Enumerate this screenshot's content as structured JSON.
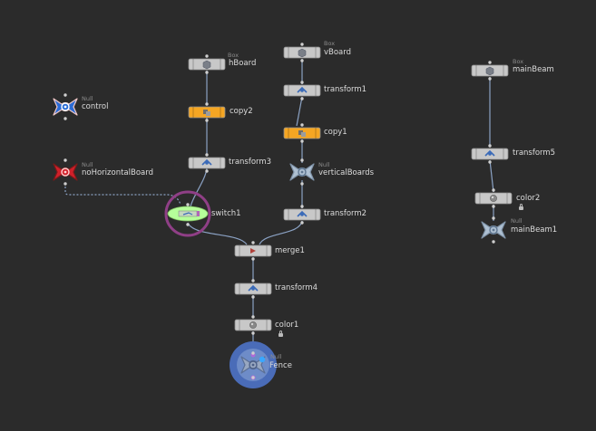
{
  "network": {
    "nodes": [
      {
        "id": "hBoard",
        "label": "hBoard",
        "type_label": "Box"
      },
      {
        "id": "vBoard",
        "label": "vBoard",
        "type_label": "Box"
      },
      {
        "id": "mainBeam",
        "label": "mainBeam",
        "type_label": "Box"
      },
      {
        "id": "transform1",
        "label": "transform1"
      },
      {
        "id": "control",
        "label": "control",
        "type_label": "Null"
      },
      {
        "id": "copy2",
        "label": "copy2"
      },
      {
        "id": "copy1",
        "label": "copy1"
      },
      {
        "id": "transform5",
        "label": "transform5"
      },
      {
        "id": "noHorizontalBoard",
        "label": "noHorizontalBoard",
        "type_label": "Null"
      },
      {
        "id": "transform3",
        "label": "transform3"
      },
      {
        "id": "verticalBoards",
        "label": "verticalBoards",
        "type_label": "Null"
      },
      {
        "id": "color2",
        "label": "color2"
      },
      {
        "id": "switch1",
        "label": "switch1"
      },
      {
        "id": "transform2",
        "label": "transform2"
      },
      {
        "id": "mainBeam1",
        "label": "mainBeam1",
        "type_label": "Null"
      },
      {
        "id": "merge1",
        "label": "merge1"
      },
      {
        "id": "transform4",
        "label": "transform4"
      },
      {
        "id": "color1",
        "label": "color1"
      },
      {
        "id": "Fence",
        "label": "Fence",
        "type_label": "Null"
      }
    ]
  },
  "colors": {
    "background": "#2b2b2b",
    "wire": "#8ba2c4",
    "node_body": "#c8c8c8",
    "copy_node": "#f5a623",
    "control_null": "#2a6bd6",
    "no_horizontal_null": "#d0202a",
    "output_null": "#aec0d2",
    "switch_highlight": "#b6ff9a",
    "switch_ring": "#8f3f86",
    "display_ring": "#4a6cb8"
  }
}
